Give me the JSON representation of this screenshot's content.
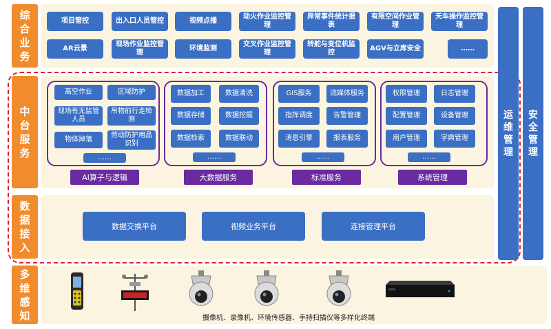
{
  "layers": {
    "business": "综合业务",
    "middle": "中台服务",
    "access": "数据接入",
    "perception": "多维感知"
  },
  "business_row1": [
    "项目管控",
    "出入口人员管控",
    "视频点播",
    "动火作业监控管理",
    "异常事件统计报表",
    "有限空间作业管理",
    "天车操作监控管理"
  ],
  "business_row2": [
    "AR云景",
    "现场作业监控管理",
    "环境监测",
    "交叉作业监控管理",
    "转舵与变位机监控",
    "AGV与立库安全",
    "……"
  ],
  "groups": {
    "ai": {
      "items": [
        "高空作业",
        "区域防护",
        "现场有无监管人员",
        "吊物前行走检测",
        "物体掉落",
        "劳动防护用品识别",
        "……"
      ],
      "caption": "AI算子与逻辑"
    },
    "bigdata": {
      "items": [
        "数据加工",
        "数据清洗",
        "数据存储",
        "数据挖掘",
        "数据检索",
        "数据联动",
        "……"
      ],
      "caption": "大数据服务"
    },
    "standard": {
      "items": [
        "GIS服务",
        "流媒体服务",
        "指挥调度",
        "告警管理",
        "消息引擎",
        "报表服务",
        "……"
      ],
      "caption": "标准服务"
    },
    "system": {
      "items": [
        "权限管理",
        "日志管理",
        "配置管理",
        "设备管理",
        "用户管理",
        "字典管理",
        "……"
      ],
      "caption": "系统管理"
    }
  },
  "access_platforms": [
    "数据交换平台",
    "视频业务平台",
    "连接管理平台"
  ],
  "side": {
    "ops": "运维管理",
    "security": "安全管理"
  },
  "devices": {
    "caption": "摄像机、录像机、环境传感器、手持扫描仪等多样化终端",
    "icons": [
      "handheld-scanner-icon",
      "weather-station-icon",
      "ptz-camera-icon",
      "ptz-camera-icon",
      "ptz-camera-icon",
      "video-recorder-icon"
    ]
  },
  "colors": {
    "accent_blue": "#3a6fc4",
    "label_orange": "#f08c2c",
    "group_purple": "#6a2aa0",
    "dashed_red": "#e0202a",
    "panel_cream": "#fbf4e0"
  }
}
